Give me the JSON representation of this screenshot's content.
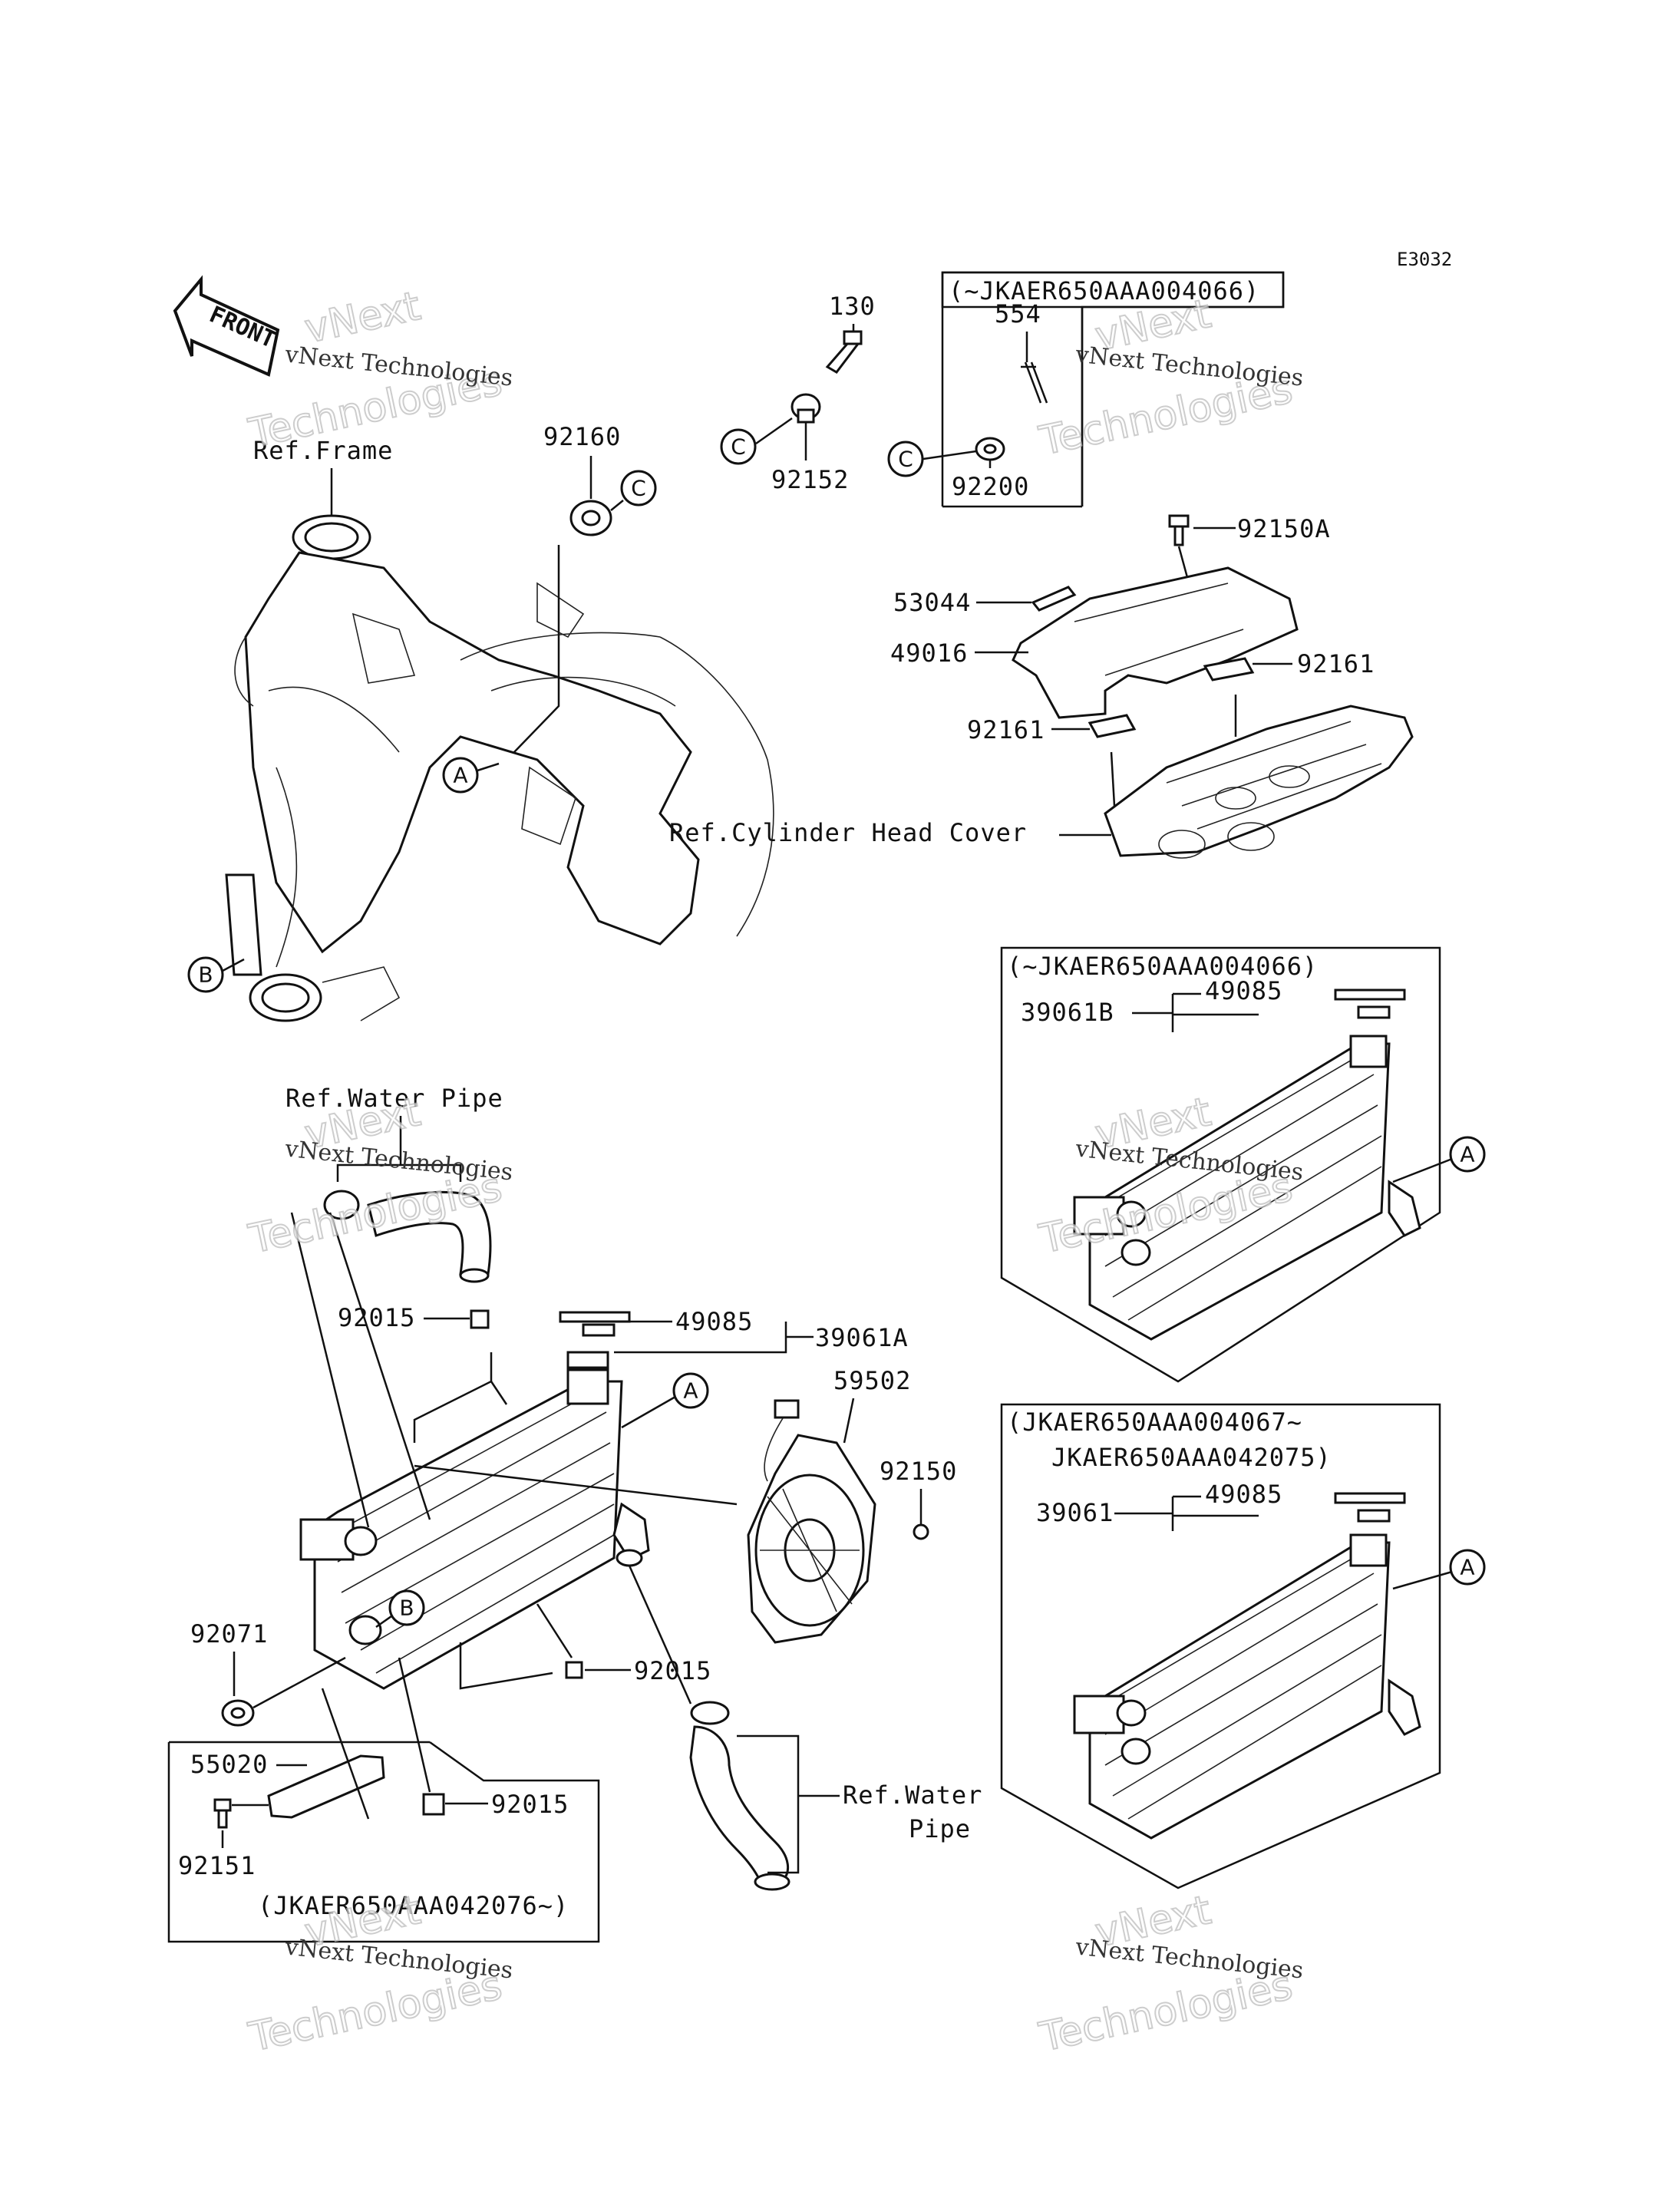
{
  "diagram_code": "E3032",
  "front_label": "FRONT",
  "watermarks": [
    {
      "company": "vNext Technologies",
      "brand1": "vNext",
      "brand2": "Technologies"
    },
    {
      "company": "vNext Technologies",
      "brand1": "vNext",
      "brand2": "Technologies"
    },
    {
      "company": "vNext Technologies",
      "brand1": "vNext",
      "brand2": "Technologies"
    },
    {
      "company": "vNext Technologies",
      "brand1": "vNext",
      "brand2": "Technologies"
    },
    {
      "company": "vNext Technologies",
      "brand1": "vNext",
      "brand2": "Technologies"
    },
    {
      "company": "vNext Technologies",
      "brand1": "vNext",
      "brand2": "Technologies"
    }
  ],
  "references": {
    "frame": "Ref.Frame",
    "cylinder_head_cover": "Ref.Cylinder Head Cover",
    "water_pipe_top": "Ref.Water Pipe",
    "water_pipe_bottom_1": "Ref.Water",
    "water_pipe_bottom_2": "Pipe"
  },
  "callouts": {
    "a": "A",
    "b": "B",
    "c": "C"
  },
  "serial_ranges": {
    "top_box": "(~JKAER650AAA004066)",
    "mid_box": "(~JKAER650AAA004066)",
    "lower_box_1": "(JKAER650AAA004067~",
    "lower_box_2": "JKAER650AAA042075)",
    "bottom_left_box": "(JKAER650AAA042076~)"
  },
  "parts": {
    "p130": "130",
    "p92152": "92152",
    "p554": "554",
    "p92200": "92200",
    "p92160": "92160",
    "p92150A": "92150A",
    "p53044": "53044",
    "p49016": "49016",
    "p92161_right": "92161",
    "p92161_left": "92161",
    "p49085_mid": "49085",
    "p39061B": "39061B",
    "p92015_top": "92015",
    "p49085_main": "49085",
    "p39061A": "39061A",
    "p59502": "59502",
    "p92150": "92150",
    "p92071": "92071",
    "p92015_mid": "92015",
    "p55020": "55020",
    "p92015_low": "92015",
    "p92151": "92151",
    "p49085_low": "49085",
    "p39061": "39061"
  }
}
